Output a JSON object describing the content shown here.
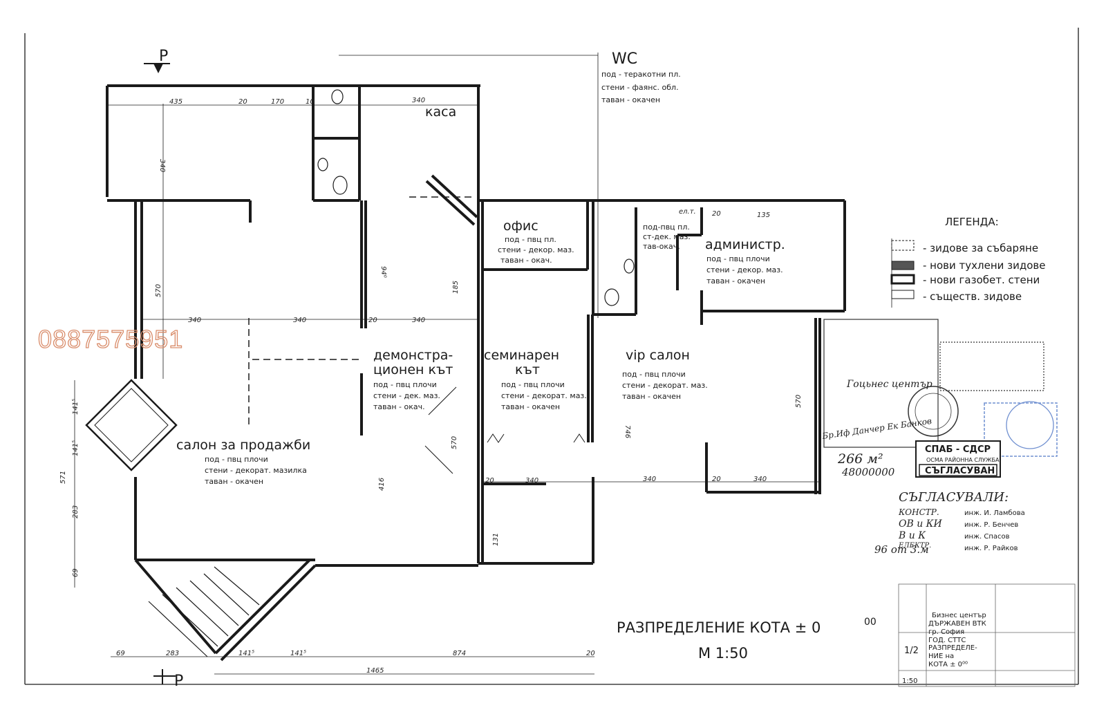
{
  "phone_watermark": "0887575951",
  "section_marks": {
    "top": "P",
    "bottom": "P"
  },
  "wc": {
    "title": "WC",
    "notes": [
      "под - теракотни пл.",
      "стени - фаянс. обл.",
      "таван - окачен"
    ]
  },
  "rooms": {
    "kasa": {
      "title": "каса"
    },
    "ofis": {
      "title": "офис",
      "notes": [
        "под - пвц пл.",
        "стени - декор. маз.",
        "таван - окач."
      ]
    },
    "small_room": {
      "notes": [
        "под-пвц пл.",
        "ст-дек. маз.",
        "тав-окач."
      ]
    },
    "admin": {
      "title": "администр.",
      "notes": [
        "под - пвц плочи",
        "стени - декор. маз.",
        "таван - окачен"
      ]
    },
    "demo": {
      "title": [
        "демонстра-",
        "ционен кът"
      ],
      "notes": [
        "под - пвц плочи",
        "стени - дек. маз.",
        "таван - окач."
      ]
    },
    "seminar": {
      "title": [
        "семинарен",
        "кът"
      ],
      "notes": [
        "под - пвц плочи",
        "стени - декорат. маз.",
        "таван - окачен"
      ]
    },
    "vip": {
      "title": "vip  салон",
      "notes": [
        "под - пвц плочи",
        "стени - декорат. маз.",
        "таван - окачен"
      ]
    },
    "sales": {
      "title": "салон за продажби",
      "notes": [
        "под - пвц плочи",
        "стени - декорат. мазилка",
        "таван - окачен"
      ]
    }
  },
  "legend": {
    "title": "ЛЕГЕНДА:",
    "items": [
      "- зидове за събаряне",
      "- нови тухлени зидове",
      "- нови газобет. стени",
      "- съществ. зидове"
    ]
  },
  "drawing_title": {
    "main": "РАЗПРЕДЕЛЕНИЕ  КОТА ± 0",
    "superscript": "00",
    "scale": "М  1:50"
  },
  "dimensions": {
    "top": [
      "435",
      "20",
      "170",
      "10",
      "340",
      "135"
    ],
    "mid": [
      "340",
      "340",
      "20",
      "340"
    ],
    "lower": [
      "20",
      "340",
      "340",
      "20",
      "340"
    ],
    "bottom": [
      "69",
      "283",
      "141⁵",
      "141⁵",
      "874",
      "20"
    ],
    "total": "1465",
    "side": [
      "340",
      "570",
      "571",
      "283",
      "69",
      "141⁵",
      "141⁵"
    ],
    "inner": [
      "94⁰",
      "185",
      "416",
      "570",
      "131",
      "746",
      "570"
    ],
    "elt": "ел.т.",
    "offset": "20"
  },
  "stamps": {
    "spab": "СПАБ - СДСР",
    "spab_sub": "ОСМА РАЙОННА СЛУЖБА",
    "approved": "СЪГЛАСУВАН",
    "area": "266 м²",
    "sum": "48000000",
    "handwritten_head": "СЪГЛАСУВАЛИ:",
    "roles": [
      "КОНСТР.",
      "ОВ и КИ",
      "В и К",
      "ЕЛЕКТР."
    ],
    "names": [
      "инж. И. Ламбова",
      "инж. Р. Бенчев",
      "инж. Спасов",
      "инж. Р. Райков"
    ],
    "note": "96 от 3.м",
    "title_block": [
      "Бизнес център",
      "ДЪРЖАВЕН ВТК",
      "гр. София",
      "ГОД. СТТС"
    ],
    "sheet_name": [
      "РАЗПРЕДЕЛЕ-",
      "НИЕ  на",
      "КОТА ± 0⁰⁰"
    ],
    "sheet_no": "1/2",
    "scale_box": "1:50",
    "handwritten_misc": [
      "Гоцьнес център",
      "Бр.Иф Данчер Ек Банков"
    ]
  }
}
